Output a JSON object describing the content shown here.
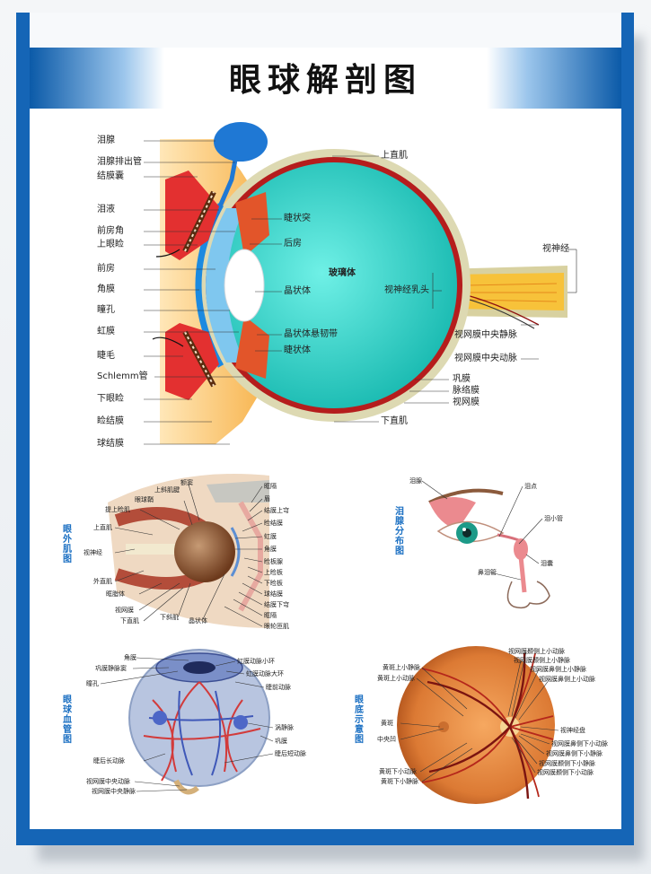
{
  "title": "眼球解剖图",
  "main_diagram": {
    "left_labels": [
      "泪腺",
      "泪腺排出管",
      "结膜囊",
      "泪液",
      "前房角",
      "上眼睑",
      "前房",
      "角膜",
      "瞳孔",
      "虹膜",
      "睫毛",
      "Schlemm管",
      "下眼睑",
      "睑结膜",
      "球结膜"
    ],
    "inner_labels": [
      "睫状突",
      "后房",
      "晶状体",
      "晶状体悬韧带",
      "睫状体"
    ],
    "center_label": "玻璃体",
    "right_labels": [
      "上直肌",
      "视神经",
      "视神经乳头",
      "视网膜中央静脉",
      "视网膜中央动脉",
      "巩膜",
      "脉络膜",
      "视网膜",
      "下直肌"
    ]
  },
  "extraocular": {
    "title": "眼外肌图",
    "labels": [
      "额窦",
      "上斜肌腱",
      "眶隔",
      "眼球鞘",
      "眉",
      "提上睑肌",
      "结膜上穹",
      "上直肌",
      "睑结膜",
      "虹膜",
      "视神经",
      "角膜",
      "睑板腺",
      "上睑板",
      "外直肌",
      "下睑板",
      "眶脂体",
      "球结膜",
      "结膜下穹",
      "视网膜",
      "眶隔",
      "下直肌",
      "下斜肌",
      "晶状体",
      "眼轮匝肌"
    ]
  },
  "lacrimal": {
    "title": "泪腺分布图",
    "labels": [
      "泪腺",
      "泪点",
      "泪小管",
      "泪囊",
      "鼻泪管"
    ]
  },
  "vascular": {
    "title": "眼球血管图",
    "labels": [
      "角膜",
      "巩膜静脉窦",
      "瞳孔",
      "虹膜动脉小环",
      "虹膜动脉大环",
      "睫前动脉",
      "涡静脉",
      "巩膜",
      "睫后长动脉",
      "睫后短动脉",
      "视网膜中央动脉",
      "视网膜中央静脉"
    ]
  },
  "fundus": {
    "title": "眼底示意图",
    "left_labels": [
      "黄斑上小静脉",
      "黄斑上小动脉",
      "黄斑",
      "中央凹",
      "黄斑下小动脉",
      "黄斑下小静脉"
    ],
    "right_labels": [
      "视网膜颞侧上小动脉",
      "视网膜颞侧上小静脉",
      "视网膜鼻侧上小静脉",
      "视网膜鼻侧上小动脉",
      "视神经盘",
      "视网膜鼻侧下小动脉",
      "视网膜鼻侧下小静脉",
      "视网膜颞侧下小静脉",
      "视网膜颞侧下小动脉"
    ]
  },
  "colors": {
    "frame": "#1565b6",
    "vitreous": "#2fd3c8",
    "sclera": "#ddd9b2",
    "choroid": "#b51d1d",
    "subtitle": "#1a6fc2",
    "fundus": "#e0833b"
  }
}
